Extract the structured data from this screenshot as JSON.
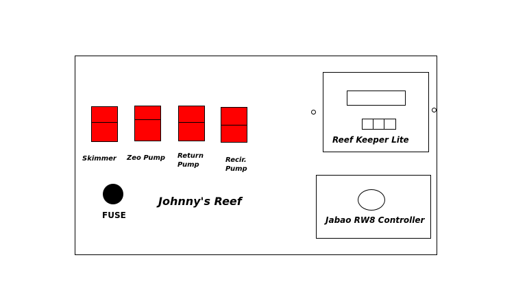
{
  "panel": {
    "title": "Johnny's Reef",
    "fuse_label": "FUSE",
    "switches": [
      {
        "label": "Skimmer"
      },
      {
        "label": "Zeo Pump"
      },
      {
        "label": "Return\nPump"
      },
      {
        "label": "Recir.\nPump"
      }
    ],
    "reef_keeper": {
      "label": "Reef Keeper Lite"
    },
    "jabao": {
      "label": "Jabao RW8 Controller"
    }
  },
  "colors": {
    "switch_fill": "#ff0000",
    "outline": "#000000",
    "background": "#ffffff"
  }
}
